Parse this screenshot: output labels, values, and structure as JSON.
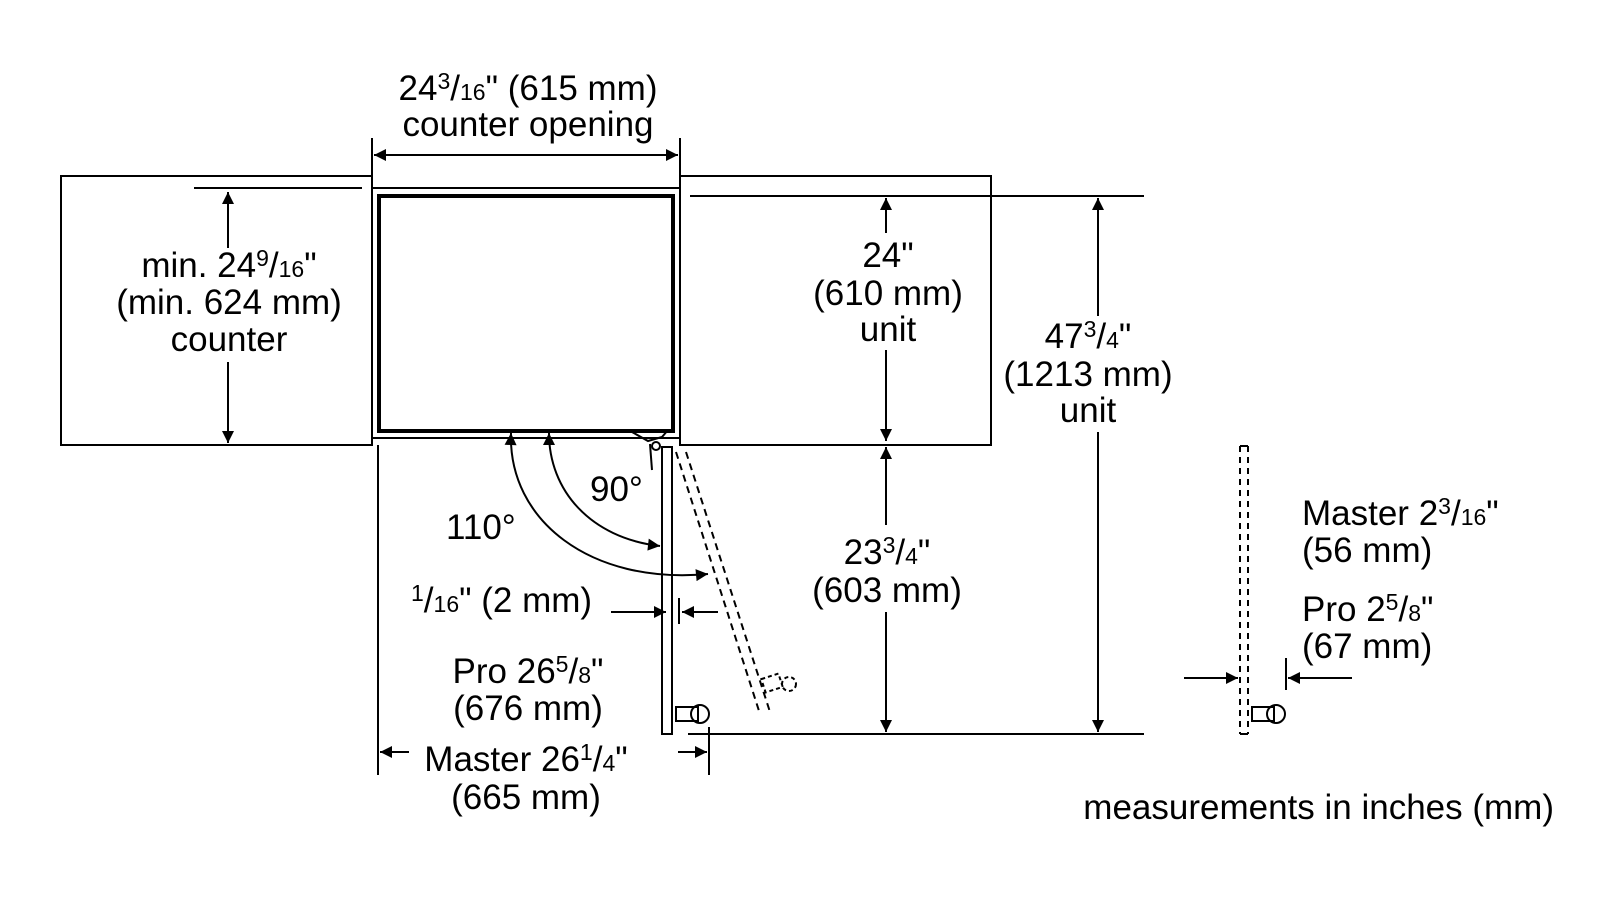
{
  "counter_opening": {
    "whole": "24",
    "num": "3",
    "den": "16",
    "rest": "\" (615 mm)",
    "line2": "counter opening"
  },
  "counter_depth": {
    "pre": "min. 24",
    "num": "9",
    "den": "16",
    "rest": "\"",
    "line2": "(min. 624 mm)",
    "line3": "counter"
  },
  "unit_depth": {
    "line1": "24\"",
    "line2": "(610 mm)",
    "line3": "unit"
  },
  "unit_total": {
    "whole": "47",
    "num": "3",
    "den": "4",
    "rest": "\"",
    "line2": "(1213 mm)",
    "line3": "unit"
  },
  "door_depth": {
    "whole": "23",
    "num": "3",
    "den": "4",
    "rest": "\"",
    "line2": "(603 mm)"
  },
  "angle_90": "90°",
  "angle_110": "110°",
  "gap": {
    "num": "1",
    "den": "16",
    "rest": "\" (2 mm)"
  },
  "pro_depth": {
    "pre": "Pro 26",
    "num": "5",
    "den": "8",
    "rest": "\"",
    "line2": "(676 mm)"
  },
  "master_depth": {
    "pre": "Master 26",
    "num": "1",
    "den": "4",
    "rest": "\"",
    "line2": "(665 mm)"
  },
  "master_handle": {
    "pre": "Master 2",
    "num": "3",
    "den": "16",
    "rest": "\"",
    "line2": "(56 mm)"
  },
  "pro_handle": {
    "pre": "Pro 2",
    "num": "5",
    "den": "8",
    "rest": "\"",
    "line2": "(67 mm)"
  },
  "footnote": "measurements in inches (mm)"
}
